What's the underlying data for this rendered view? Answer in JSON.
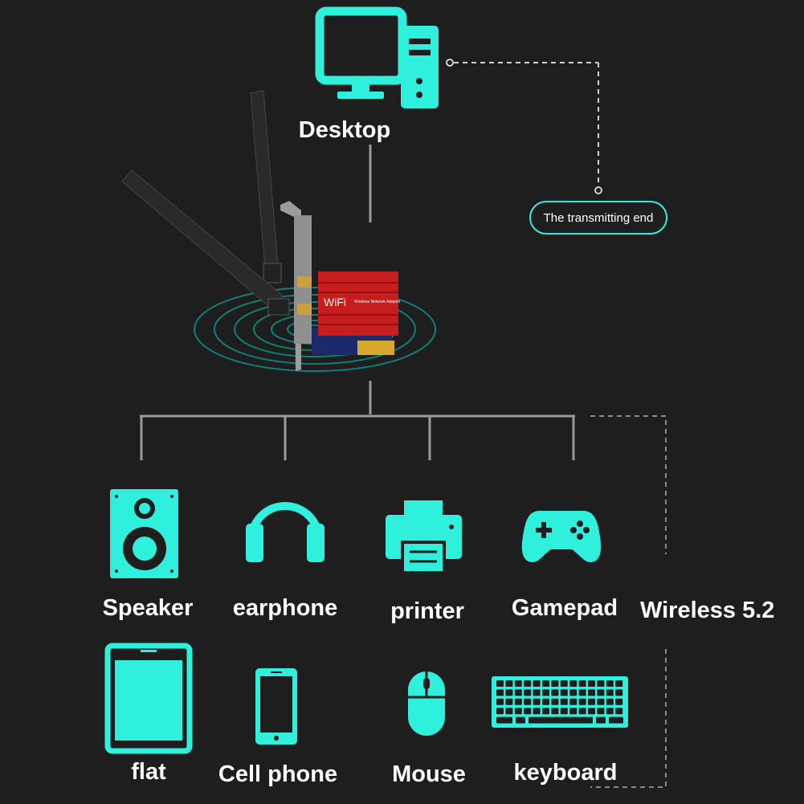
{
  "colors": {
    "accent": "#2ff0dc",
    "background": "#1e1e1e",
    "line": "#9a9a9a",
    "card": "#c81d1d"
  },
  "desktop": {
    "label": "Desktop",
    "icon": "desktop-computer-icon"
  },
  "transmitter": {
    "label": "The transmitting end"
  },
  "adapter": {
    "badge": "WiFi",
    "text": "Wireless Network Adapter"
  },
  "wireless_label": "Wireless 5.2",
  "devices": [
    {
      "label": "Speaker",
      "icon": "speaker-icon"
    },
    {
      "label": "earphone",
      "icon": "headphones-icon"
    },
    {
      "label": "printer",
      "icon": "printer-icon"
    },
    {
      "label": "Gamepad",
      "icon": "gamepad-icon"
    },
    {
      "label": "flat",
      "icon": "tablet-icon"
    },
    {
      "label": "Cell phone",
      "icon": "phone-icon"
    },
    {
      "label": "Mouse",
      "icon": "mouse-icon"
    },
    {
      "label": "keyboard",
      "icon": "keyboard-icon"
    }
  ]
}
